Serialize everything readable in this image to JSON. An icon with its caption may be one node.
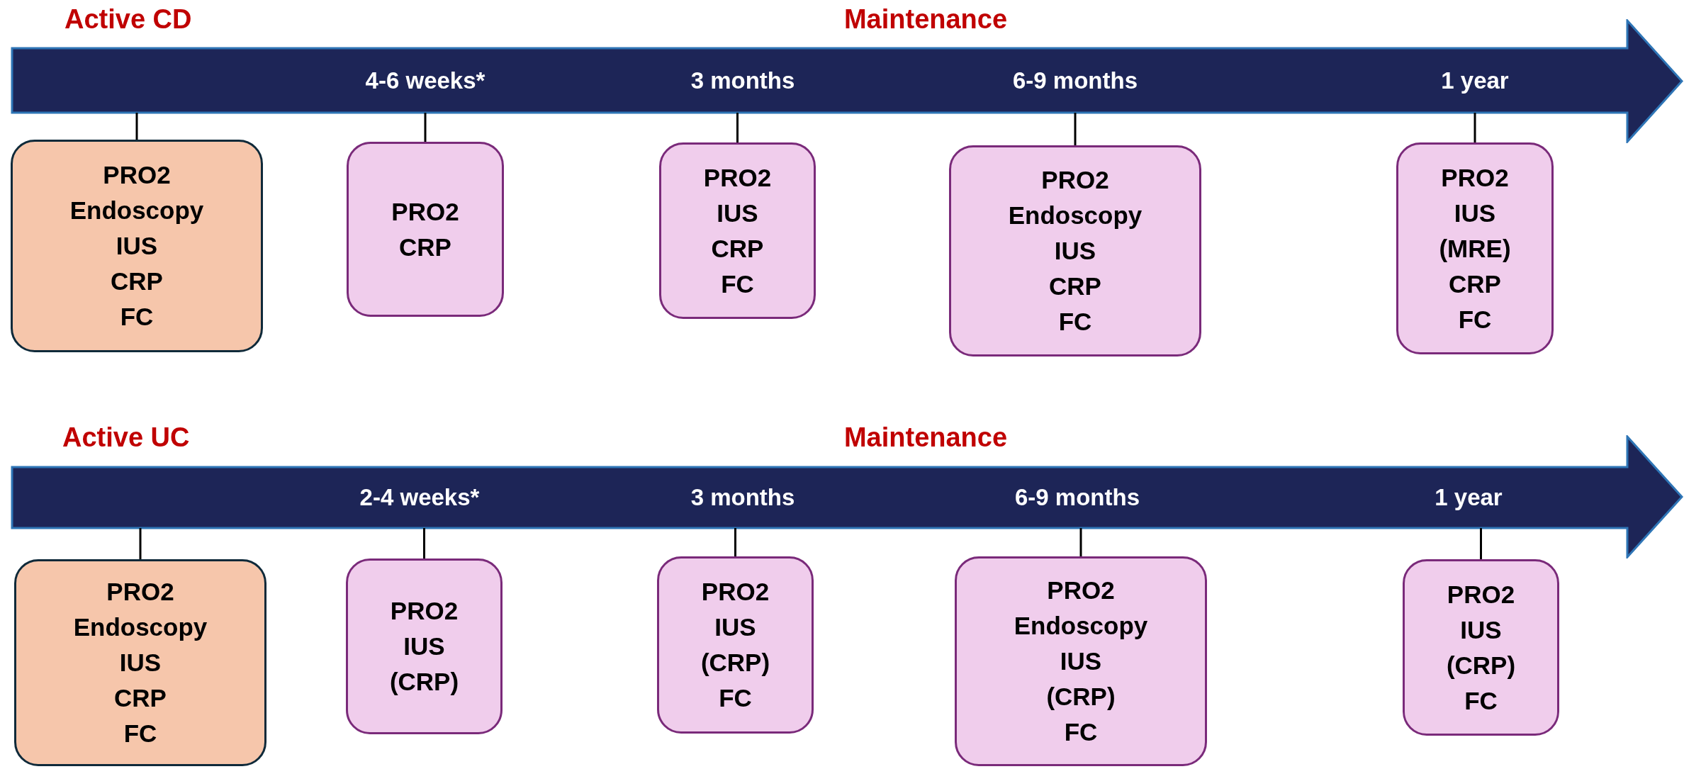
{
  "diagram": {
    "nodes": [
      {
        "text": [
          "4-6 weeks*",
          "3 months",
          "6-9 months",
          "1 year"
        ]
      },
      {
        "text": [
          "PRO2",
          "Endoscopy",
          "IUS",
          "CRP",
          "FC"
        ]
      },
      {
        "text": [
          "PRO2",
          "CRP"
        ]
      },
      {
        "text": [
          "PRO2",
          "IUS",
          "CRP",
          "FC"
        ]
      },
      {
        "text": [
          "PRO2",
          "Endoscopy",
          "IUS",
          "CRP",
          "FC"
        ]
      },
      {
        "text": [
          "PRO2",
          "IUS",
          "(MRE)",
          "CRP",
          "FC"
        ]
      },
      {
        "text": [
          "2-4 weeks*",
          "3 months",
          "6-9 months",
          "1 year"
        ]
      },
      {
        "text": [
          "PRO2",
          "Endoscopy",
          "IUS",
          "CRP",
          "FC"
        ]
      },
      {
        "text": [
          "PRO2",
          "IUS",
          "(CRP)"
        ]
      },
      {
        "text": [
          "PRO2",
          "IUS",
          "(CRP)",
          "FC"
        ]
      },
      {
        "text": [
          "PRO2",
          "Endoscopy",
          "IUS",
          "(CRP)",
          "FC"
        ]
      },
      {
        "text": [
          "PRO2",
          "IUS",
          "(CRP)",
          "FC"
        ]
      }
    ],
    "edges": [
      {
        "from": 0,
        "to": 1,
        "arrow": "none"
      },
      {
        "from": 0,
        "to": 2,
        "arrow": "none"
      },
      {
        "from": 0,
        "to": 3,
        "arrow": "none"
      },
      {
        "from": 0,
        "to": 4,
        "arrow": "none"
      },
      {
        "from": 0,
        "to": 5,
        "arrow": "none"
      },
      {
        "from": 6,
        "to": 7,
        "arrow": "none"
      },
      {
        "from": 6,
        "to": 8,
        "arrow": "none"
      },
      {
        "from": 6,
        "to": 9,
        "arrow": "none"
      },
      {
        "from": 6,
        "to": 10,
        "arrow": "none"
      },
      {
        "from": 6,
        "to": 11,
        "arrow": "none"
      }
    ],
    "labels": [
      "Active CD",
      "Maintenance",
      "Active UC",
      "Maintenance"
    ]
  }
}
